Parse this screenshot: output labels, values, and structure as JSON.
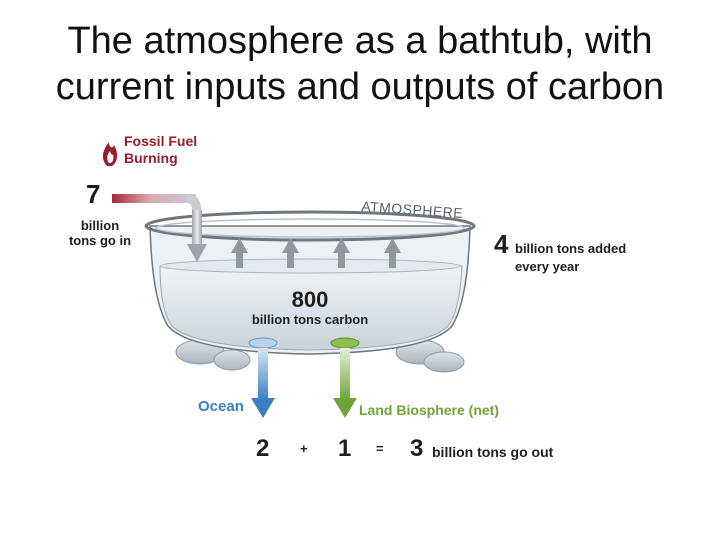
{
  "title": {
    "line1": "The atmosphere as a bathtub, with",
    "line2": "current inputs and outputs of carbon"
  },
  "source": {
    "label_line1": "Fossil Fuel",
    "label_line2": "Burning",
    "icon": "flame-icon",
    "color": "#9a1b2a"
  },
  "input": {
    "value": "7",
    "unit_line1": "billion",
    "unit_line2": "tons go in"
  },
  "tub": {
    "label": "ATMOSPHERE",
    "value": "800",
    "unit": "billion tons carbon"
  },
  "added": {
    "value": "4",
    "text_line1": "billion tons added",
    "text_line2": "every year"
  },
  "outputs": {
    "ocean_label": "Ocean",
    "land_label": "Land Biosphere (net)",
    "ocean_value": "2",
    "plus": "+",
    "land_value": "1",
    "equals": "=",
    "total_value": "3",
    "total_text": "billion tons go out",
    "ocean_color": "#3a7fc4",
    "land_color": "#6fa43a"
  }
}
